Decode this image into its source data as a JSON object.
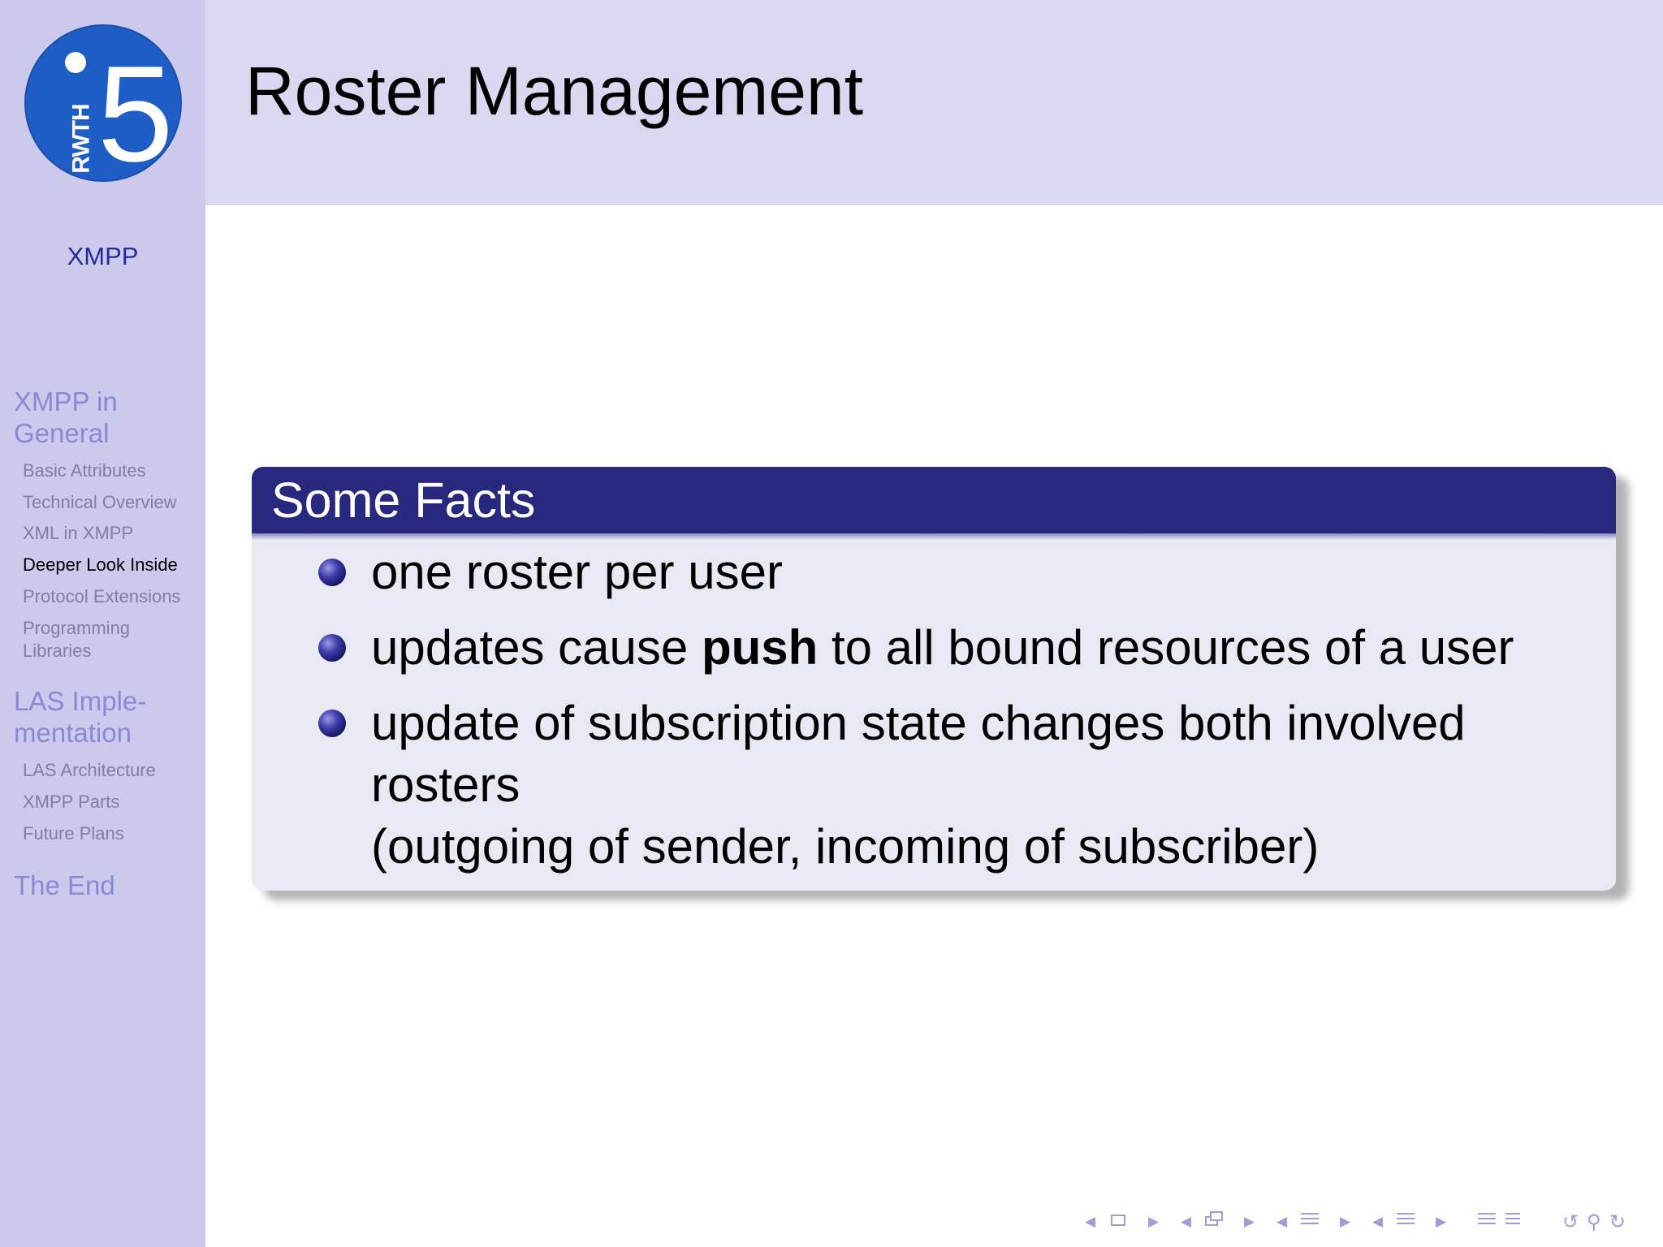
{
  "header": {
    "logo_text": "RWTH",
    "logo_number": "5",
    "title": "Roster Management"
  },
  "sidebar": {
    "short_title": "XMPP",
    "sections": [
      {
        "label_lines": [
          "XMPP in",
          "General"
        ],
        "subsections": [
          {
            "label": "Basic Attributes",
            "current": false
          },
          {
            "label": "Technical Overview",
            "current": false
          },
          {
            "label": "XML in XMPP",
            "current": false
          },
          {
            "label": "Deeper Look Inside",
            "current": true
          },
          {
            "label": "Protocol Extensions",
            "current": false
          },
          {
            "label_lines": [
              "Programming",
              "Libraries"
            ],
            "current": false
          }
        ]
      },
      {
        "label_lines": [
          "LAS Imple-",
          "mentation"
        ],
        "subsections": [
          {
            "label": "LAS Architecture",
            "current": false
          },
          {
            "label": "XMPP Parts",
            "current": false
          },
          {
            "label": "Future Plans",
            "current": false
          }
        ]
      },
      {
        "label_lines": [
          "The End"
        ],
        "subsections": []
      }
    ]
  },
  "block": {
    "title": "Some Facts",
    "items": [
      {
        "lines": [
          "one roster per user"
        ]
      },
      {
        "before": "updates cause ",
        "bold": "push",
        "after": " to all bound resources of a user"
      },
      {
        "lines": [
          "update of subscription state changes both involved",
          "rosters",
          "(outgoing of sender, incoming of subscriber)"
        ]
      }
    ]
  },
  "nav_symbols": [
    "slide-nav-icon",
    "frame-nav-icon",
    "subsection-nav-icon",
    "section-nav-icon",
    "document-nav-icon",
    "back-forward-icon",
    "search-icon"
  ],
  "colors": {
    "sidebar_bg": "#cbc9ec",
    "header_bg": "#dad8f1",
    "block_header": "#28287e",
    "block_body": "#e9e9f3",
    "logo_blue": "#1f5dc6",
    "nav_section": "#8b89d6",
    "nav_sub": "#807ea8"
  }
}
